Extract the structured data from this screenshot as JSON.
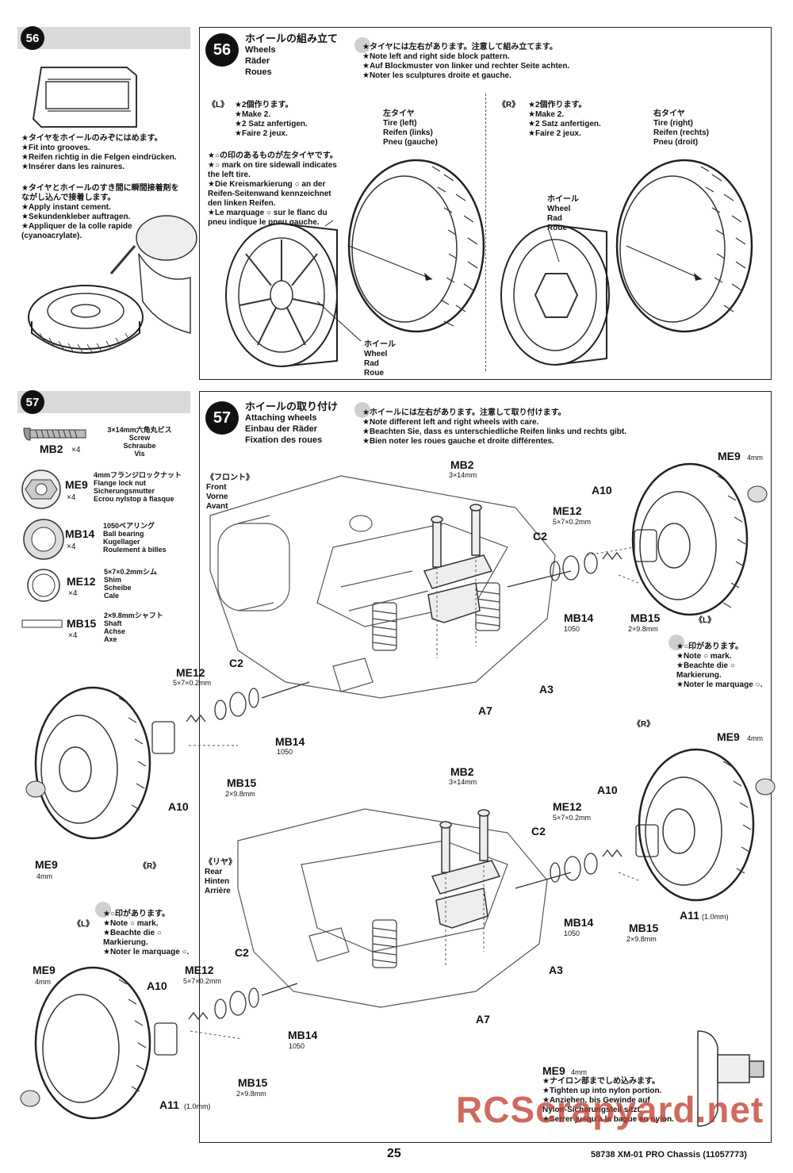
{
  "side56": {
    "step": "56",
    "note1": "★タイヤをホイールのみぞにはめます。\n★Fit into grooves.\n★Reifen richtig in die Felgen eindrücken.\n★Insérer dans les rainures.",
    "note2": "★タイヤとホイールのすき間に瞬間接着剤を\nながし込んで接着します。\n★Apply instant cement.\n★Sekundenkleber auftragen.\n★Appliquer de la colle rapide\n(cyanoacrylate)."
  },
  "step56": {
    "number": "56",
    "title_jp": "ホイールの組み立て",
    "title_en": "Wheels",
    "title_de": "Räder",
    "title_fr": "Roues",
    "warning": "★タイヤには左右があります。注意して組み立てます。\n★Note left and right side block pattern.\n★Auf Blockmuster von linker und rechter Seite achten.\n★Noter les sculptures droite et gauche.",
    "left_tag": "《L》",
    "left_make": "★2個作ります。\n★Make 2.\n★2 Satz anfertigen.\n★Faire 2 jeux.",
    "left_mark": "★○の印のあるものが左タイヤです。\n★○ mark on tire sidewall indicates\nthe left tire.\n★Die Kreismarkierung ○ an der\nReifen-Seitenwand kennzeichnet\nden linken Reifen.\n★Le marquage ○ sur le flanc du\npneu indique le pneu gauche.",
    "tire_left": "左タイヤ\nTire (left)\nReifen (links)\nPneu (gauche)",
    "wheel_left": "ホイール\nWheel\nRad\nRoue",
    "right_tag": "《R》",
    "right_make": "★2個作ります。\n★Make 2.\n★2 Satz anfertigen.\n★Faire 2 jeux.",
    "tire_right": "右タイヤ\nTire (right)\nReifen (rechts)\nPneu (droit)",
    "wheel_right": "ホイール\nWheel\nRad\nRoue"
  },
  "side57": {
    "step": "57",
    "parts": [
      {
        "code": "MB2",
        "qty": "×4",
        "desc": "3×14mm六角丸ビス\nScrew\nSchraube\nVis"
      },
      {
        "code": "ME9",
        "qty": "×4",
        "desc": "4mmフランジロックナット\nFlange lock nut\nSicherungsmutter\nEcrou nylstop à flasque"
      },
      {
        "code": "MB14",
        "qty": "×4",
        "desc": "1050ベアリング\nBall bearing\nKugellager\nRoulement à billes"
      },
      {
        "code": "ME12",
        "qty": "×4",
        "desc": "5×7×0.2mmシム\nShim\nScheibe\nCale"
      },
      {
        "code": "MB15",
        "qty": "×4",
        "desc": "2×9.8mmシャフト\nShaft\nAchse\nAxe"
      }
    ]
  },
  "step57": {
    "number": "57",
    "title_jp": "ホイールの取り付け",
    "title_en": "Attaching wheels",
    "title_de": "Einbau der Räder",
    "title_fr": "Fixation des roues",
    "warning": "★ホイールには左右があります。注意して取り付けます。\n★Note different left and right wheels with care.\n★Beachten Sie, dass es unterschiedliche Reifen links und rechts gibt.\n★Bien noter les roues gauche et droite différentes.",
    "front": "《フロント》\nFront\nVorne\nAvant",
    "rear": "《リヤ》\nRear\nHinten\nArrière",
    "note_mark": "★○印があります。\n★Note ○ mark.\n★Beachte die ○\nMarkierung.\n★Noter le marquage ○.",
    "me9_note": "★ナイロン部までしめ込みます。\n★Tighten up into nylon portion.\n★Anziehen, bis Gewinde auf\nNylon-Sicherungsteil sitzt.\n★Serrer jusqu'à la bague en nylon.",
    "labels": {
      "mb2": "MB2",
      "mb2_size": "3×14mm",
      "me9": "ME9",
      "me9_size": "4mm",
      "a10": "A10",
      "a11": "A11",
      "a11_size": "(1.0mm)",
      "me12": "ME12",
      "me12_size": "5×7×0.2mm",
      "c2": "C2",
      "mb14": "MB14",
      "mb14_size": "1050",
      "mb15": "MB15",
      "mb15_size": "2×9.8mm",
      "a3": "A3",
      "a7": "A7",
      "L": "《L》",
      "R": "《R》"
    }
  },
  "footer": {
    "page": "25",
    "model": "58738 XM-01 PRO Chassis (11057773)",
    "watermark": "RCScrapyard.net"
  }
}
